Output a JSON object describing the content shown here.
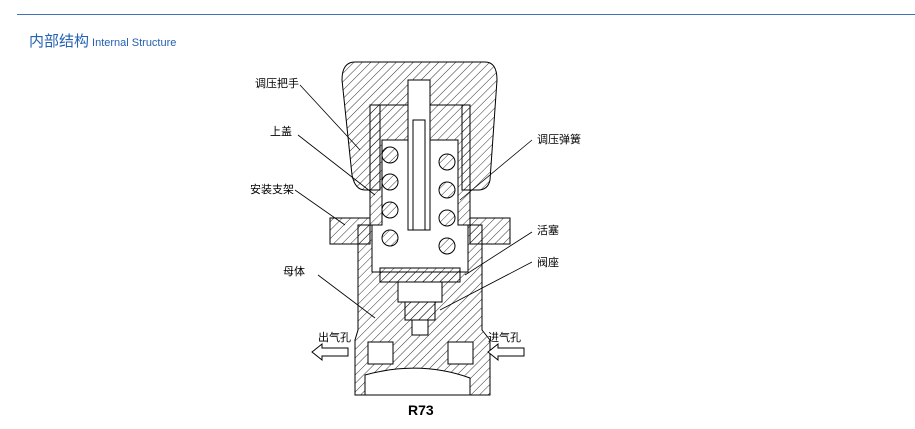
{
  "header": {
    "title_cn": "内部结构",
    "title_en": "Internal Structure",
    "accent": "#2461b3"
  },
  "diagram": {
    "labels": {
      "handle": "调压把手",
      "cap": "上盖",
      "bracket": "安装支架",
      "body": "母体",
      "spring": "调压弹簧",
      "piston": "活塞",
      "seat": "阀座",
      "outlet": "出气孔",
      "inlet": "进气孔"
    },
    "model": "R73"
  }
}
